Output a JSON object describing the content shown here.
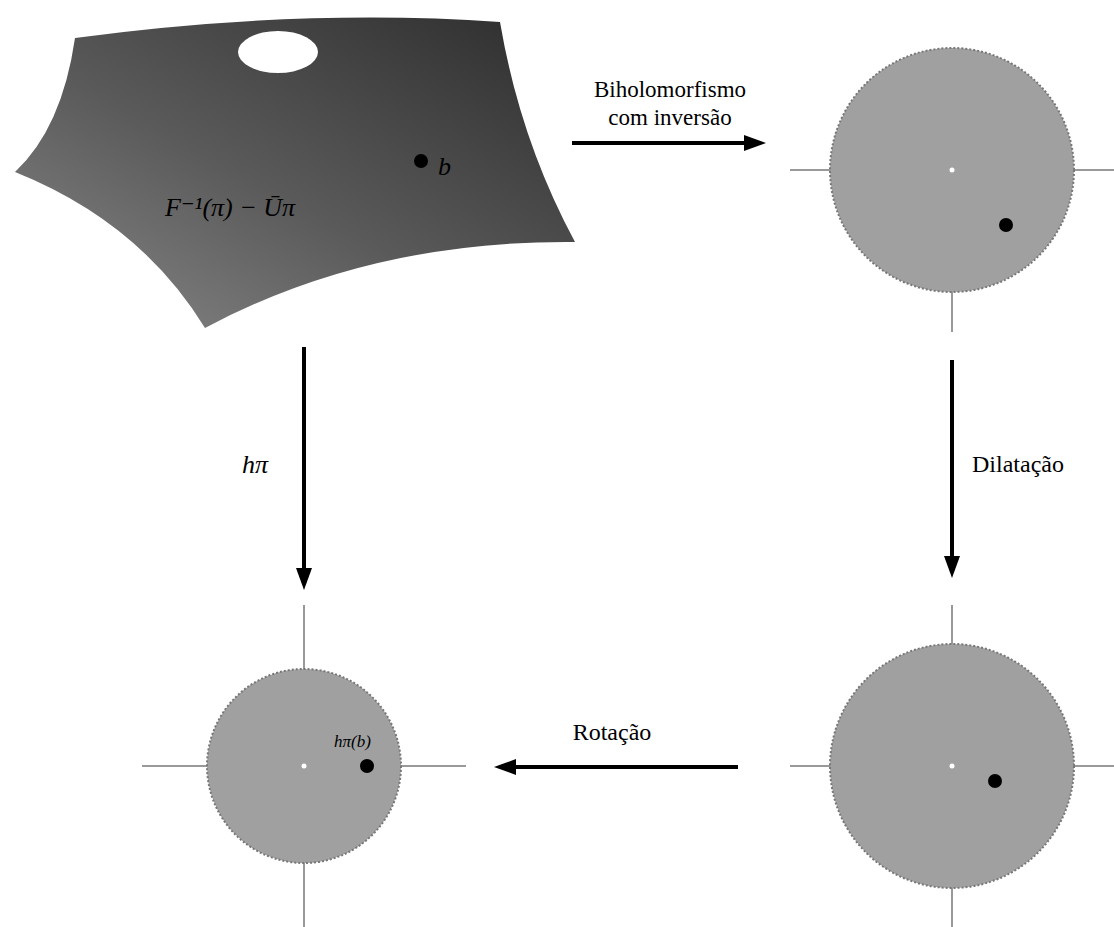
{
  "diagram": {
    "nodes": [
      {
        "text": [
          "F⁻¹(π) − Ūπ",
          "b"
        ]
      },
      {
        "text": [
          "hπ(b)"
        ]
      }
    ],
    "edges": [
      {
        "from": 0,
        "to": 1,
        "label": "hπ",
        "arrow": "to"
      }
    ],
    "labels": [
      "Biholomorfismo com inversão",
      "Dilatação",
      "Rotação"
    ]
  }
}
